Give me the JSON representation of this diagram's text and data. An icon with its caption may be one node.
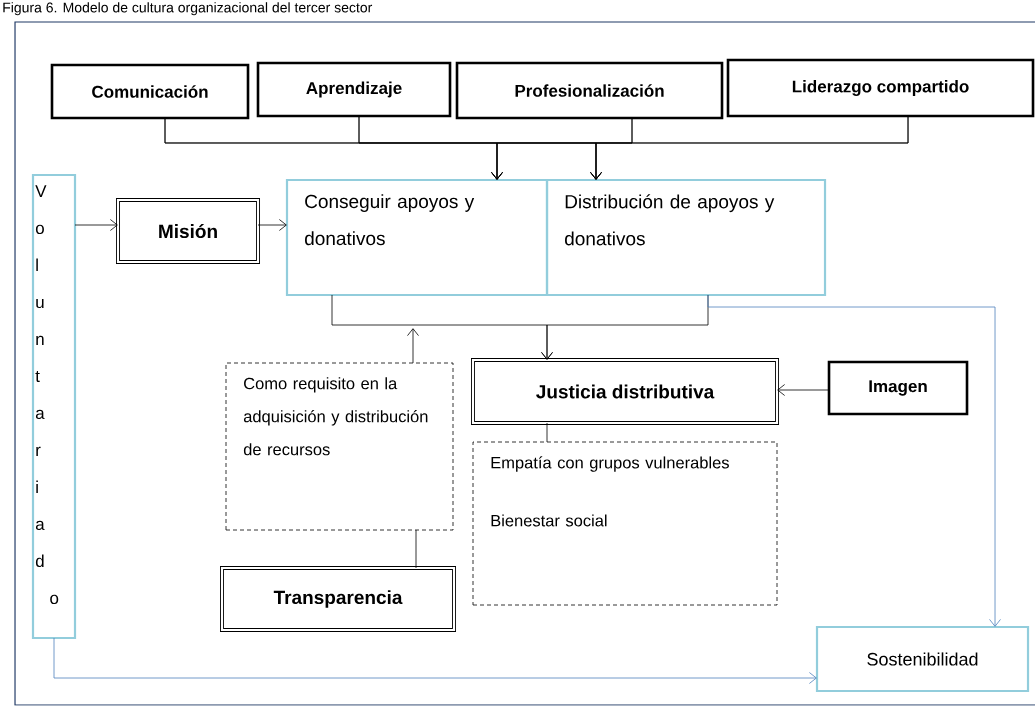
{
  "diagram": {
    "title": "Figura 6. Modelo de cultura organizacional del tercer sector",
    "nodes": [
      {
        "text": [
          "Comunicación"
        ]
      },
      {
        "text": [
          "Aprendizaje"
        ]
      },
      {
        "text": [
          "Profesionalización"
        ]
      },
      {
        "text": [
          "Liderazgo compartido"
        ]
      },
      {
        "text": [
          "Voluntariado"
        ]
      },
      {
        "text": [
          "Misión"
        ]
      },
      {
        "text": [
          "Conseguir apoyos y donativos"
        ]
      },
      {
        "text": [
          "Distribución de apoyos y donativos"
        ]
      },
      {
        "text": [
          "Como requisito en la adquisición y distribución de recursos"
        ]
      },
      {
        "text": [
          "Justicia distributiva"
        ]
      },
      {
        "text": [
          "Imagen"
        ]
      },
      {
        "text": [
          "Empatía con grupos vulnerables",
          "Bienestar social"
        ]
      },
      {
        "text": [
          "Transparencia"
        ]
      },
      {
        "text": [
          "Sostenibilidad"
        ]
      }
    ],
    "edges": [
      {
        "from": 0,
        "to": 6,
        "arrow": "to"
      },
      {
        "from": 1,
        "to": 6,
        "arrow": "to"
      },
      {
        "from": 2,
        "to": 6,
        "arrow": "to"
      },
      {
        "from": 3,
        "to": 6,
        "arrow": "to"
      },
      {
        "from": 0,
        "to": 7,
        "arrow": "to"
      },
      {
        "from": 1,
        "to": 7,
        "arrow": "to"
      },
      {
        "from": 2,
        "to": 7,
        "arrow": "to"
      },
      {
        "from": 3,
        "to": 7,
        "arrow": "to"
      },
      {
        "from": 4,
        "to": 5,
        "arrow": "to"
      },
      {
        "from": 5,
        "to": 6,
        "arrow": "to"
      },
      {
        "from": 6,
        "to": 9,
        "arrow": "to"
      },
      {
        "from": 7,
        "to": 9,
        "arrow": "to"
      },
      {
        "from": 8,
        "to": null,
        "arrow": "to"
      },
      {
        "from": 7,
        "to": 13,
        "arrow": "to",
        "color": "#4f81bd"
      },
      {
        "from": 10,
        "to": 9,
        "arrow": "to"
      },
      {
        "from": 9,
        "to": 11,
        "arrow": "none"
      },
      {
        "from": 12,
        "to": 8,
        "arrow": "none"
      },
      {
        "from": 4,
        "to": 13,
        "arrow": "to",
        "color": "#4f81bd"
      }
    ]
  }
}
